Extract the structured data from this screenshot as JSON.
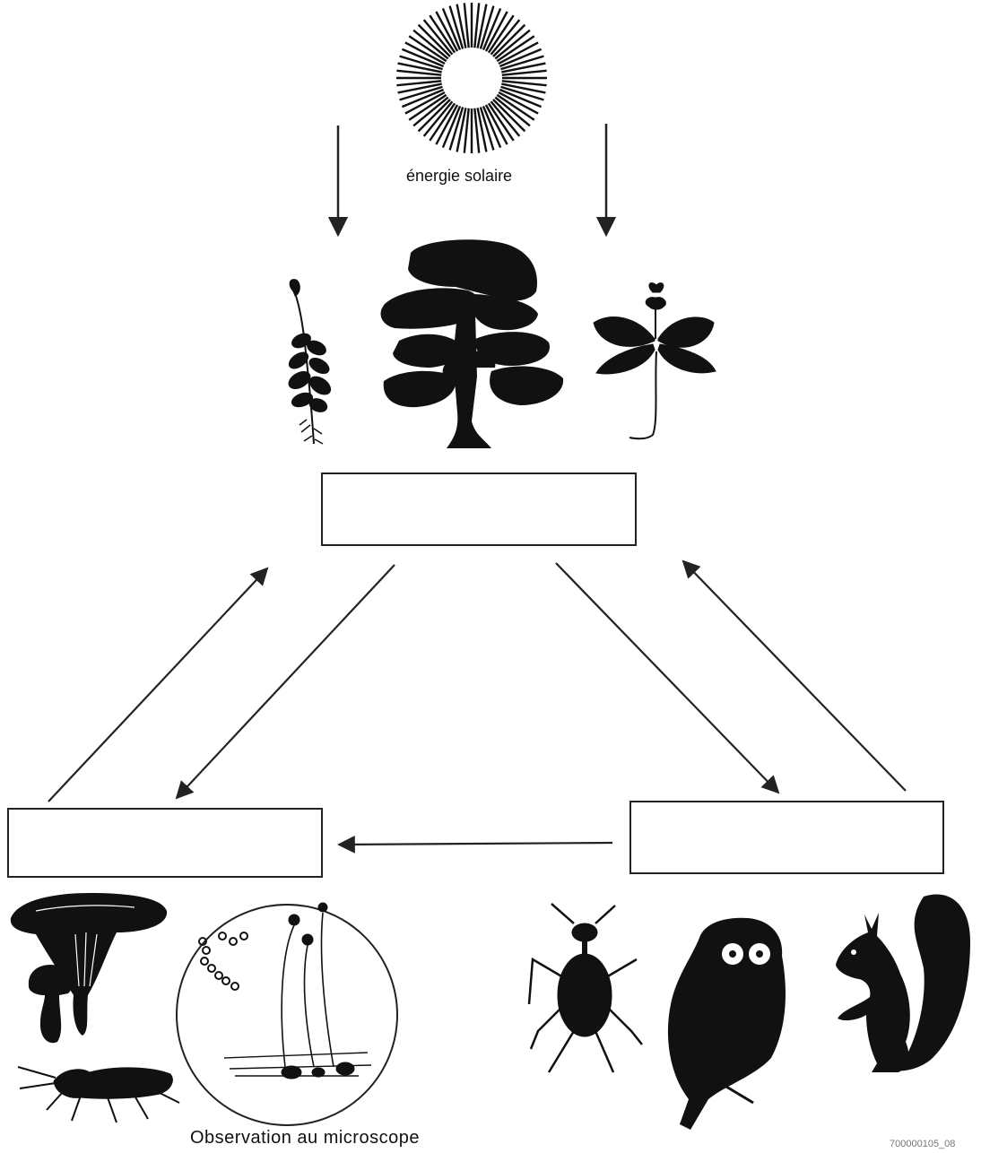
{
  "sun_label": "énergie solaire",
  "microscope_label": "Observation au microscope",
  "corner_code": "700000105_08",
  "boxes": {
    "producers": "",
    "decomposers": "",
    "consumers": ""
  },
  "colors": {
    "ink": "#111111",
    "background": "#ffffff"
  },
  "icons": [
    "sun-icon",
    "moss-icon",
    "oak-tree-icon",
    "trillium-plant-icon",
    "chanterelle-mushroom-icon",
    "springtail-insect-icon",
    "microscope-view-icon",
    "weevil-beetle-icon",
    "owl-icon",
    "squirrel-icon"
  ]
}
